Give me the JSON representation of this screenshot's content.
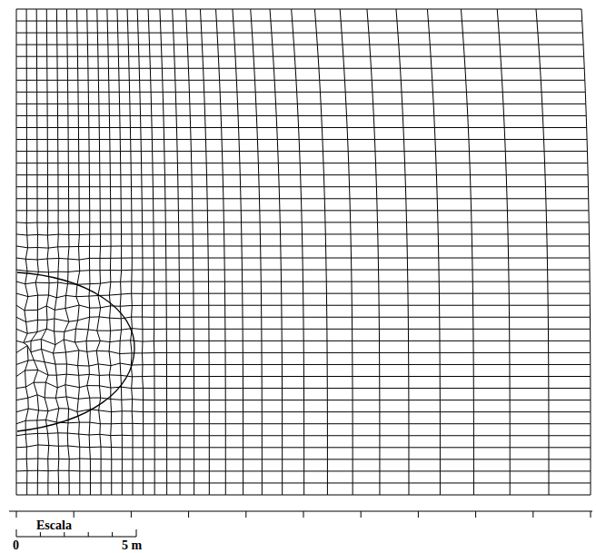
{
  "diagram": {
    "labels": [
      "Escala",
      "0",
      "5 m"
    ]
  }
}
